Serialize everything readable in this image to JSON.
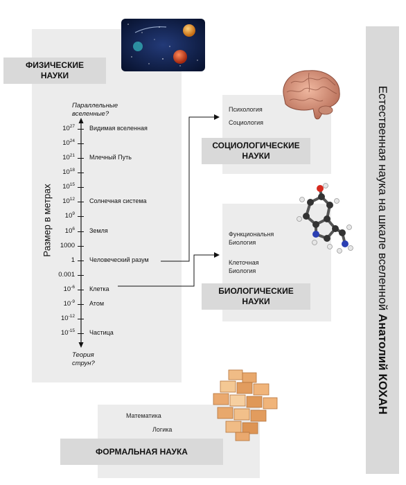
{
  "title": {
    "main": "Естественная наука на шкале вселенной ",
    "author": "Анатолий КОХАН"
  },
  "physical": {
    "heading": "ФИЗИЧЕСКИЕ\nНАУКИ",
    "axis_label": "Размер в метрах",
    "top_note": "Параллельные\nвселенные?",
    "bottom_note": "Теория\nструн?",
    "ticks": [
      {
        "base": "10",
        "exp": "27",
        "name": "Видимая вселенная"
      },
      {
        "base": "10",
        "exp": "24",
        "name": ""
      },
      {
        "base": "10",
        "exp": "21",
        "name": "Млечный Путь"
      },
      {
        "base": "10",
        "exp": "18",
        "name": ""
      },
      {
        "base": "10",
        "exp": "15",
        "name": ""
      },
      {
        "base": "10",
        "exp": "12",
        "name": "Солнечная система"
      },
      {
        "base": "10",
        "exp": "9",
        "name": ""
      },
      {
        "base": "10",
        "exp": "6",
        "name": "Земля"
      },
      {
        "base": "1000",
        "exp": "",
        "name": ""
      },
      {
        "base": "1",
        "exp": "",
        "name": "Человеческий разум"
      },
      {
        "base": "0.001",
        "exp": "",
        "name": ""
      },
      {
        "base": "10",
        "exp": "-6",
        "name": "Клетка"
      },
      {
        "base": "10",
        "exp": "-9",
        "name": "Атом"
      },
      {
        "base": "10",
        "exp": "-12",
        "name": ""
      },
      {
        "base": "10",
        "exp": "-15",
        "name": "Частица"
      }
    ]
  },
  "sociology": {
    "items": [
      "Психология",
      "Социология"
    ],
    "heading": "СОЦИОЛОГИЧЕСКИЕ\nНАУКИ"
  },
  "biology": {
    "items": [
      "Функциональня\nБиология",
      "Клеточная\nБиология"
    ],
    "heading": "БИОЛОГИЧЕСКИЕ\nНАУКИ"
  },
  "formal": {
    "items": [
      "Математика",
      "Логика"
    ],
    "heading": "ФОРМАЛЬНАЯ НАУКА"
  },
  "images": {
    "space": "space-image",
    "brain": "brain-image",
    "molecule": "molecule-image",
    "puzzle": "wooden-puzzle-image"
  }
}
